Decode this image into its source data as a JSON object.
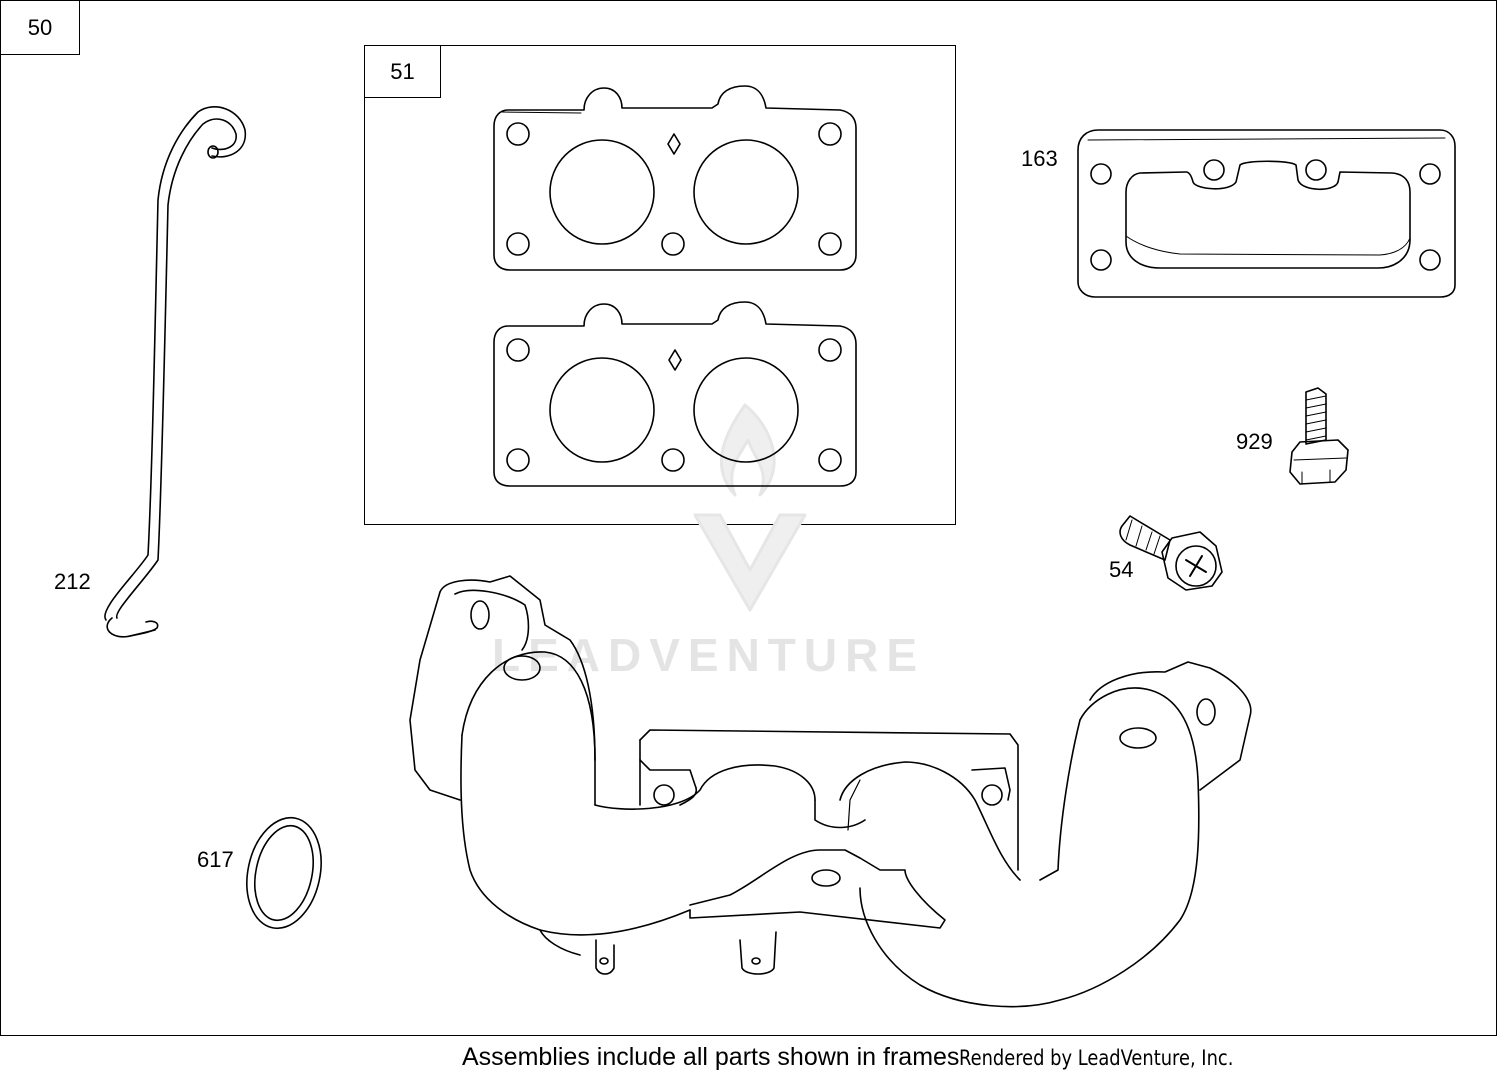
{
  "frame_label": "50",
  "subframe_label": "51",
  "callouts": {
    "c163": "163",
    "c929": "929",
    "c54": "54",
    "c212": "212",
    "c617": "617"
  },
  "watermark": "LEADVENTURE",
  "footer": {
    "note": "Assemblies include all parts shown in frames",
    "credit": "Rendered by LeadVenture, Inc."
  },
  "colors": {
    "line": "#000000",
    "watermark": "#e4e4e4"
  }
}
